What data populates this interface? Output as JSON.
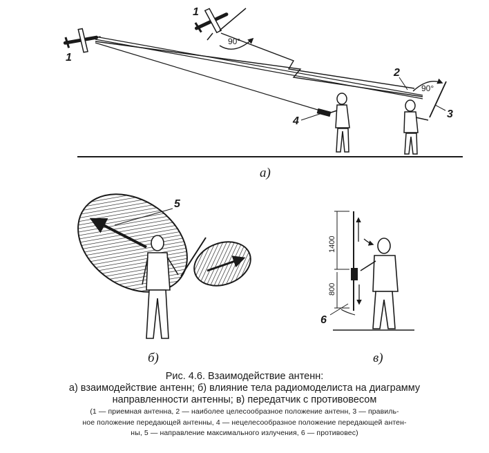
{
  "figure": {
    "labels": {
      "plane_left": "1",
      "plane_top": "1",
      "antenna_best": "2",
      "transmitter_correct": "3",
      "transmitter_wrong": "4",
      "max_radiation": "5",
      "counterweight": "6",
      "angle_top": "90°",
      "angle_right": "90°",
      "dim_upper": "1400",
      "dim_lower": "800"
    },
    "panels": {
      "a": "а)",
      "b": "б)",
      "c": "в)"
    }
  },
  "caption": {
    "title": "Рис. 4.6. Взаимодействие антенн:",
    "line1": "а) взаимодействие антенн; б) влияние тела радиомоделиста на диаграмму",
    "line2": "направленности антенны; в) передатчик с противовесом",
    "legend1": "(1 — приемная антенна, 2 — наиболее целесообразное положение антенн, 3 — правиль-",
    "legend2": "ное положение передающей антенны, 4 — нецелесообразное положение передающей антен-",
    "legend3": "ны, 5 — направление максимального излучения, 6 — противовес)"
  }
}
